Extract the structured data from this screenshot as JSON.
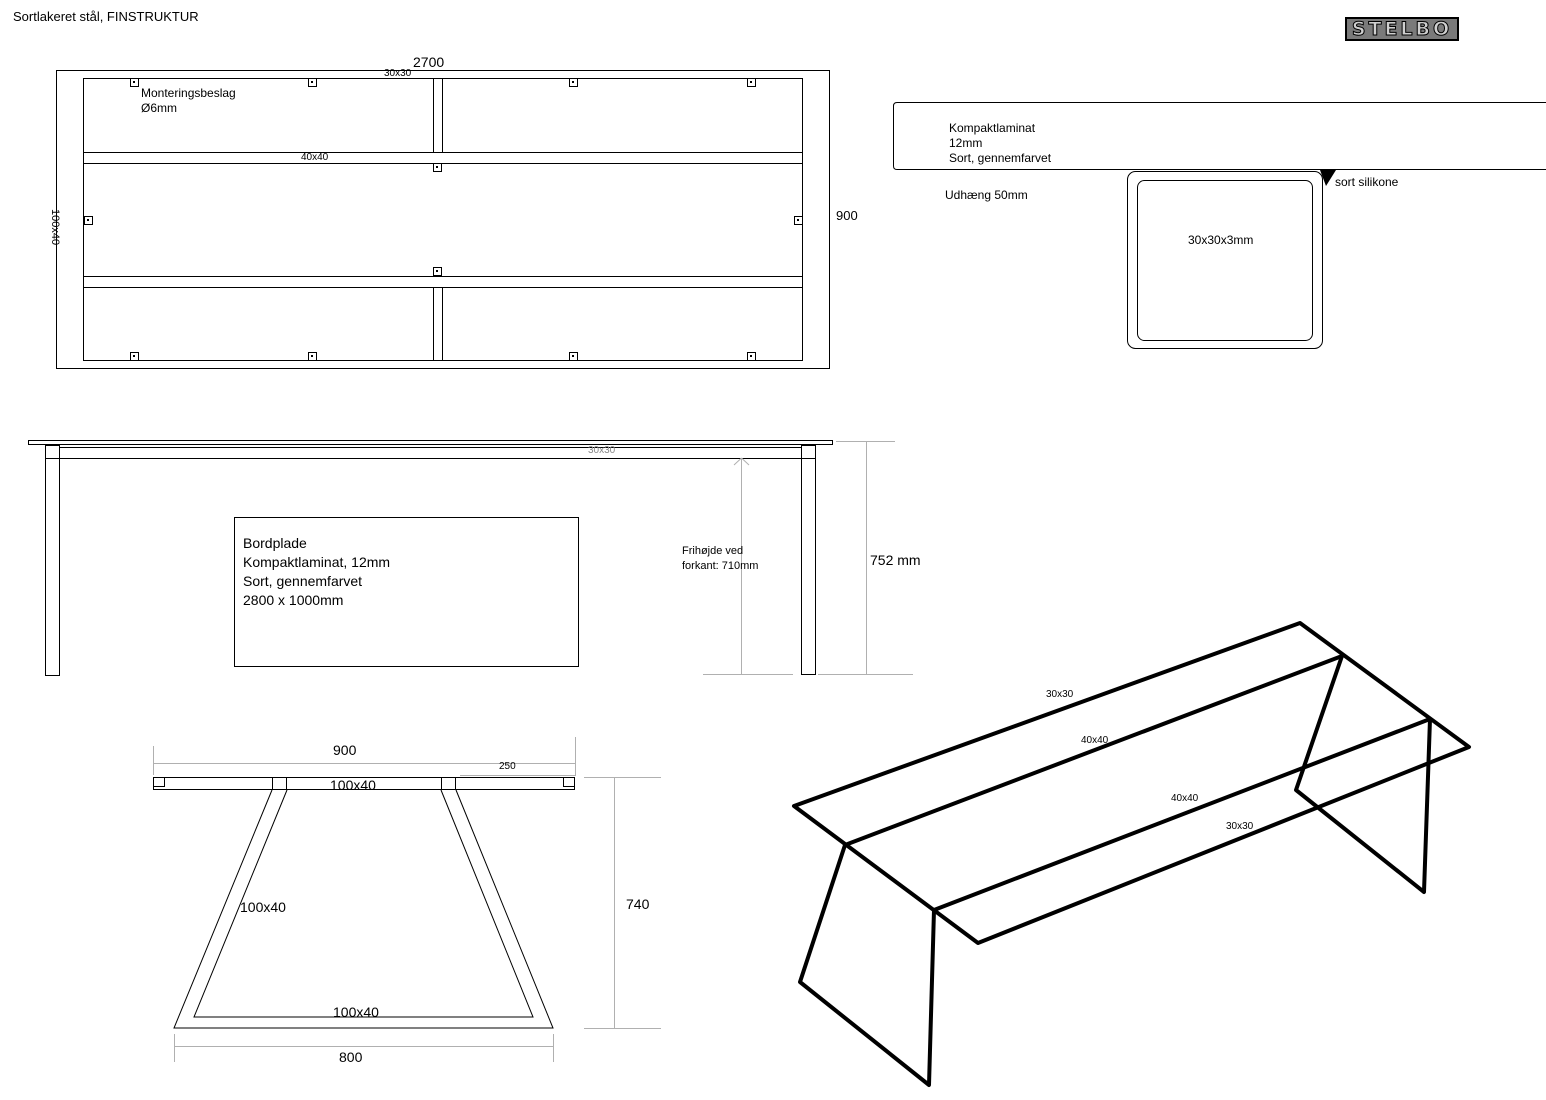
{
  "header": {
    "title": "Sortlakeret stål, FINSTRUKTUR",
    "logo_text": "STELBO"
  },
  "top_view": {
    "length": "2700",
    "width": "900",
    "profile_top": "30x30",
    "profile_mid": "40x40",
    "profile_side": "100x40",
    "mount_label_1": "Monteringsbeslag",
    "mount_label_2": "Ø6mm"
  },
  "section_detail": {
    "top_line_1": "Kompaktlaminat",
    "top_line_2": "12mm",
    "top_line_3": "Sort, gennemfarvet",
    "overhang": "Udhæng 50mm",
    "sealant": "sort silikone",
    "profile": "30x30x3mm"
  },
  "side_view": {
    "profile": "30x30",
    "height": "752 mm",
    "clearance_line_1": "Frihøjde ved",
    "clearance_line_2": "forkant: 710mm",
    "spec": {
      "line_1": "Bordplade",
      "line_2": "Kompaktlaminat, 12mm",
      "line_3": "Sort, gennemfarvet",
      "line_4": "2800 x 1000mm"
    }
  },
  "end_view": {
    "width": "900",
    "overhang": "250",
    "top_profile": "100x40",
    "leg_profile": "100x40",
    "bottom_profile": "100x40",
    "height": "740",
    "base_width": "800"
  },
  "iso_view": {
    "label_1": "30x30",
    "label_2": "40x40",
    "label_3": "40x40",
    "label_4": "30x30"
  },
  "colors": {
    "line": "#000000",
    "dim": "#b0b0b0"
  }
}
